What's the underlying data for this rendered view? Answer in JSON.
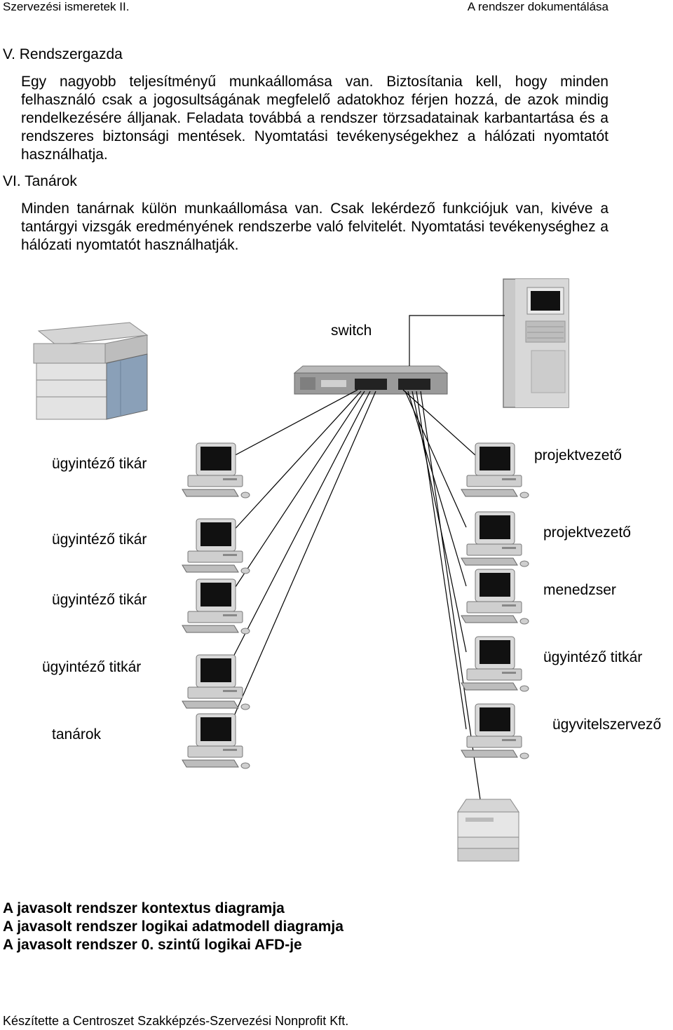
{
  "header": {
    "left": "Szervezési ismeretek II.",
    "right": "A rendszer dokumentálása"
  },
  "sections": [
    {
      "heading": "V. Rendszergazda",
      "text": "Egy nagyobb teljesítményű munkaállomása van. Biztosítania kell, hogy minden felhasználó csak a jogosultságának megfelelő adatokhoz férjen hozzá, de azok mindig rendelkezésére álljanak. Feladata továbbá a rendszer törzsadatainak karbantartása és a rendszeres biztonsági mentések. Nyomtatási tevékenységekhez a hálózati nyomtatót használhatja."
    },
    {
      "heading": "VI. Tanárok",
      "text": "Minden tanárnak külön munkaállomása van. Csak lekérdező funkciójuk van, kivéve a tantárgyi vizsgák eredményének rendszerbe való felvitelét. Nyomtatási tevékenységhez a hálózati nyomtatót használhatják."
    }
  ],
  "diagram": {
    "switch_label": "switch",
    "left_labels": [
      "ügyintéző tikár",
      "ügyintéző tikár",
      "ügyintéző tikár",
      "ügyintéző titkár",
      "tanárok"
    ],
    "right_labels": [
      "projektvezető",
      "projektvezető",
      "menedzser",
      "ügyintéző titkár",
      "ügyvitelszervező"
    ]
  },
  "list_items": [
    "A javasolt rendszer kontextus diagramja",
    "A javasolt rendszer logikai adatmodell diagramja",
    "A javasolt rendszer 0. szintű logikai AFD-je"
  ],
  "footer": "Készítette a Centroszet Szakképzés-Szervezési Nonprofit Kft."
}
